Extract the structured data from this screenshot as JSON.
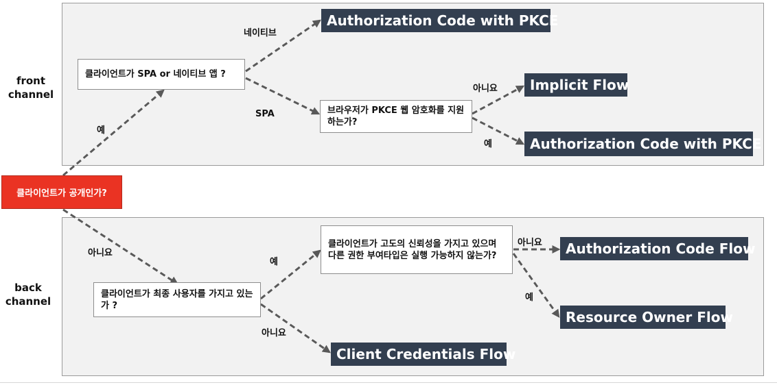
{
  "channels": {
    "front": "front\nchannel",
    "back": "back\nchannel"
  },
  "root_question": "클라이언트가 공개인가?",
  "questions": {
    "spa_or_native": "클라이언트가 SPA or 네이티브 앱 ?",
    "browser_pkce": "브라우저가 PKCE 웹 암호화를 지원하는가?",
    "end_user": "클라이언트가 최종 사용자를 가지고 있는가 ?",
    "high_trust": "클라이언트가 고도의 신뢰성을 가지고 있으며 다른 권한 부여타입은 실행 가능하지 않는가?"
  },
  "flows": {
    "auth_code_pkce_native": "Authorization Code with PKCE",
    "implicit": "Implicit Flow",
    "auth_code_pkce_spa": "Authorization Code with PKCE",
    "auth_code": "Authorization Code Flow",
    "resource_owner": "Resource Owner Flow",
    "client_credentials": "Client Credentials Flow"
  },
  "edge_labels": {
    "root_yes": "예",
    "root_no": "아니요",
    "native": "네이티브",
    "spa": "SPA",
    "pkce_no": "아니요",
    "pkce_yes": "예",
    "enduser_yes": "예",
    "enduser_no": "아니요",
    "trust_no": "아니요",
    "trust_yes": "예"
  },
  "colors": {
    "root_fill": "#ea3323",
    "flow_fill": "#333f50",
    "arrow": "#595959",
    "panel_fill": "#f2f2f2"
  }
}
